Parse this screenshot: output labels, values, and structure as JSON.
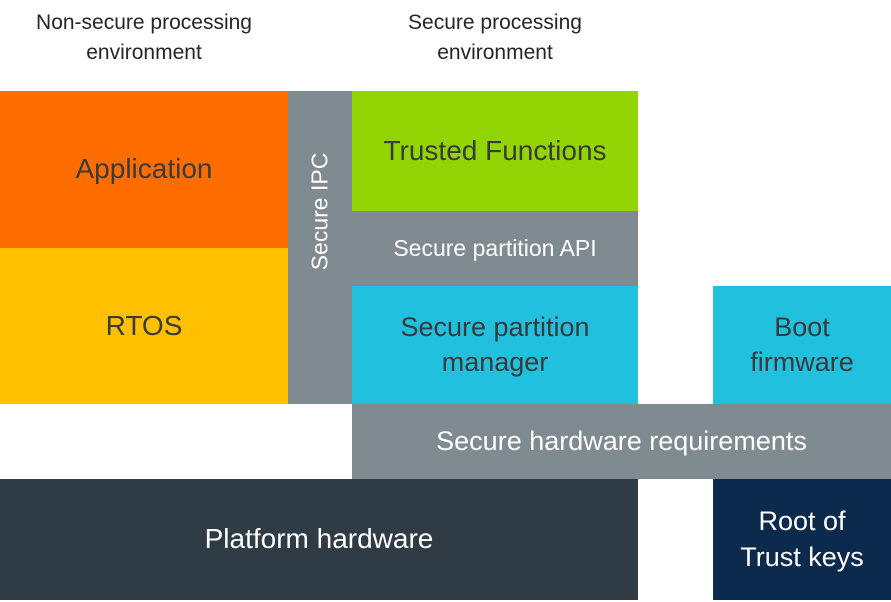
{
  "headers": {
    "non_secure": [
      "Non-secure processing",
      "environment"
    ],
    "secure": [
      "Secure processing",
      "environment"
    ]
  },
  "blocks": {
    "application": "Application",
    "rtos": "RTOS",
    "secure_ipc": "Secure IPC",
    "trusted_functions": "Trusted Functions",
    "secure_partition_api": "Secure partition API",
    "secure_partition_manager": "Secure partition\nmanager",
    "boot_firmware": "Boot\nfirmware",
    "secure_hardware_requirements": "Secure hardware requirements",
    "platform_hardware": "Platform hardware",
    "root_of_trust_keys": "Root of\nTrust keys"
  },
  "colors": {
    "application": "#ff6d00",
    "rtos": "#ffc000",
    "secure_ipc": "#7f8a91",
    "trusted_functions": "#92d404",
    "secure_partition_api": "#7f8a91",
    "secure_partition_manager": "#20c0de",
    "boot_firmware": "#20c0de",
    "secure_hardware_requirements": "#7f8a91",
    "platform_hardware": "#2f3c45",
    "root_of_trust_keys": "#0c2a4c"
  }
}
